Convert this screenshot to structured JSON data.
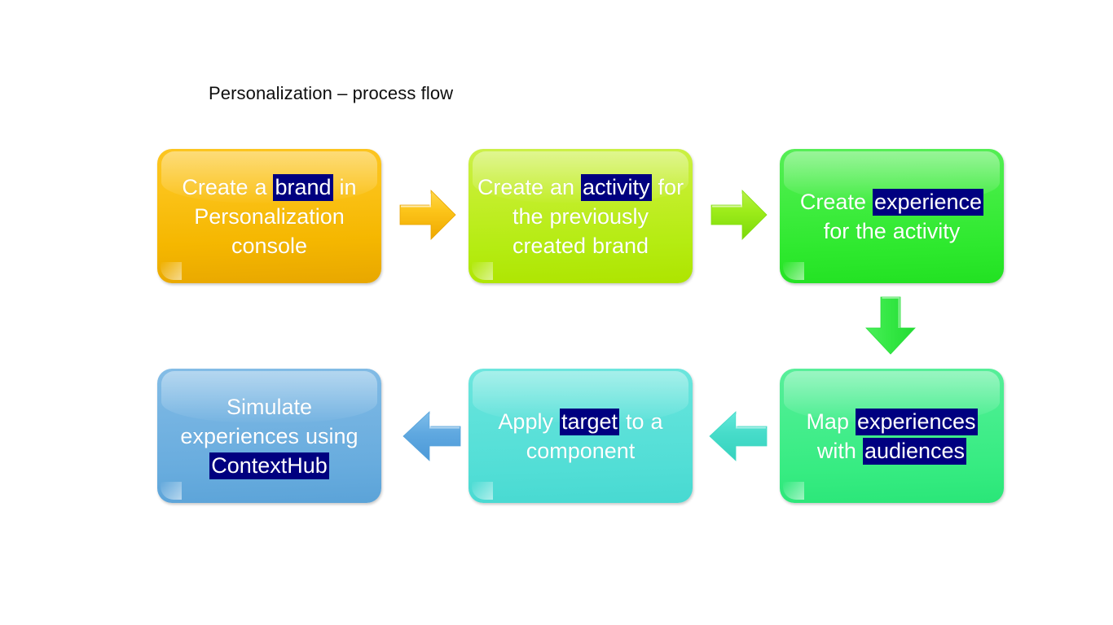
{
  "slide": {
    "title": "Personalization – process flow",
    "background": "#ffffff",
    "highlight_color": "#000080",
    "text_color": "#ffffff"
  },
  "boxes": [
    {
      "id": "box-brand",
      "order": 1,
      "color": "#F5B700",
      "name": "create-brand",
      "full_text": "Create a brand in Personalization console",
      "segments": [
        {
          "text": "Create a ",
          "highlight": false
        },
        {
          "text": "brand",
          "highlight": true
        },
        {
          "text": " in Personalization console",
          "highlight": false
        }
      ]
    },
    {
      "id": "box-activity",
      "order": 2,
      "color": "#B5EC12",
      "name": "create-activity",
      "full_text": "Create an activity for the previously created brand",
      "segments": [
        {
          "text": "Create an ",
          "highlight": false
        },
        {
          "text": "activity",
          "highlight": true
        },
        {
          "text": " for the previously created brand",
          "highlight": false
        }
      ]
    },
    {
      "id": "box-experience",
      "order": 3,
      "color": "#2EE92E",
      "name": "create-experience",
      "full_text": "Create experience for the activity",
      "segments": [
        {
          "text": "Create ",
          "highlight": false
        },
        {
          "text": "experience",
          "highlight": true
        },
        {
          "text": " for the activity",
          "highlight": false
        }
      ]
    },
    {
      "id": "box-map",
      "order": 4,
      "color": "#37EC82",
      "name": "map-experiences-audiences",
      "full_text": "Map experiences with audiences",
      "segments": [
        {
          "text": "Map ",
          "highlight": false
        },
        {
          "text": "experiences",
          "highlight": true
        },
        {
          "text": " with ",
          "highlight": false
        },
        {
          "text": "audiences",
          "highlight": true
        }
      ]
    },
    {
      "id": "box-target",
      "order": 5,
      "color": "#52DED6",
      "name": "apply-target",
      "full_text": "Apply target to a component",
      "segments": [
        {
          "text": "Apply ",
          "highlight": false
        },
        {
          "text": "target",
          "highlight": true
        },
        {
          "text": " to a component",
          "highlight": false
        }
      ]
    },
    {
      "id": "box-simulate",
      "order": 6,
      "color": "#68ACDE",
      "name": "simulate-experiences",
      "full_text": "Simulate experiences using ContextHub",
      "segments": [
        {
          "text": "Simulate experiences using ",
          "highlight": false
        },
        {
          "text": "ContextHub",
          "highlight": true
        }
      ]
    }
  ],
  "arrows": [
    {
      "id": "arrow-1",
      "icon": "arrow-right-icon",
      "direction": "right",
      "color": "#F7BE06",
      "from": "create-brand",
      "to": "create-activity"
    },
    {
      "id": "arrow-2",
      "icon": "arrow-right-icon",
      "direction": "right",
      "color": "#8BE425",
      "from": "create-activity",
      "to": "create-experience"
    },
    {
      "id": "arrow-3",
      "icon": "arrow-down-icon",
      "direction": "down",
      "color": "#3BE84B",
      "from": "create-experience",
      "to": "map-experiences-audiences"
    },
    {
      "id": "arrow-4",
      "icon": "arrow-left-icon",
      "direction": "left",
      "color": "#46DCC8",
      "from": "map-experiences-audiences",
      "to": "apply-target"
    },
    {
      "id": "arrow-5",
      "icon": "arrow-left-icon",
      "direction": "left",
      "color": "#62A9DE",
      "from": "apply-target",
      "to": "simulate-experiences"
    }
  ]
}
